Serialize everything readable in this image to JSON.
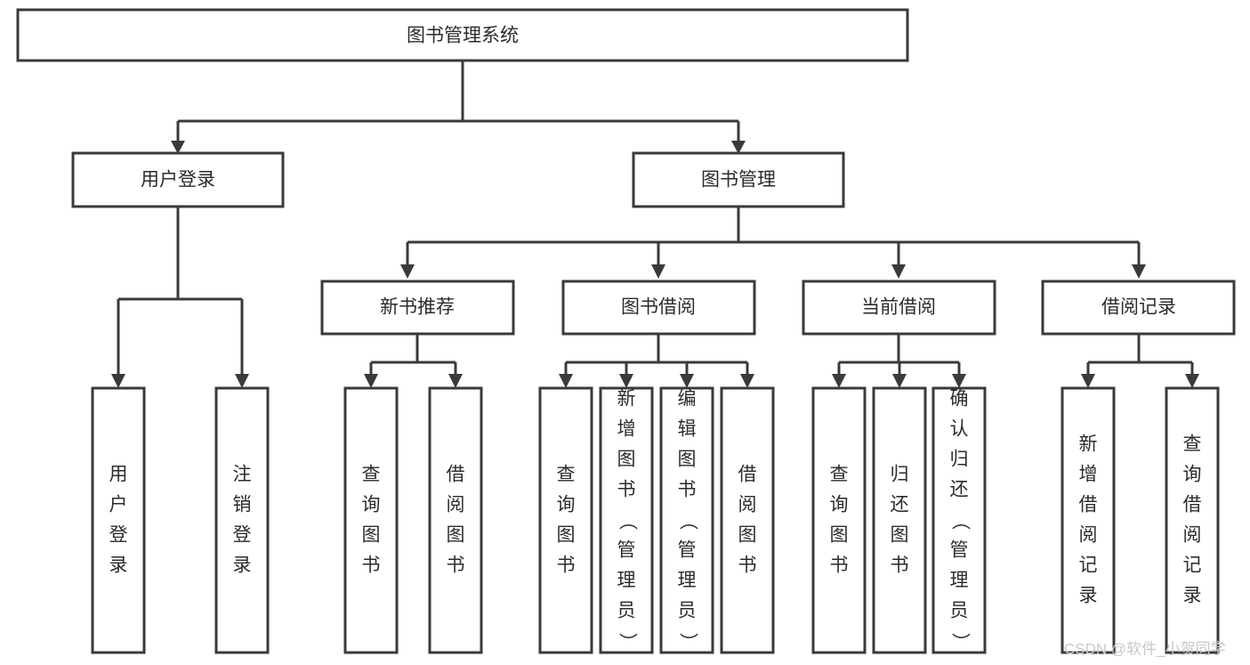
{
  "diagram": {
    "type": "tree",
    "title": "图书管理系统",
    "orientation": "top-down",
    "background_color": "#ffffff",
    "line_color": "#3a3a3a",
    "text_color": "#2b2b2b",
    "nodes": {
      "root": {
        "label": "图书管理系统",
        "level": 0
      },
      "user_login": {
        "label": "用户登录",
        "level": 1
      },
      "book_manage": {
        "label": "图书管理",
        "level": 1
      },
      "new_book_rec": {
        "label": "新书推荐",
        "level": 2
      },
      "book_borrow": {
        "label": "图书借阅",
        "level": 2
      },
      "current_borrow": {
        "label": "当前借阅",
        "level": 2
      },
      "borrow_record": {
        "label": "借阅记录",
        "level": 2
      },
      "leaf_user_login": {
        "label": "用户登录",
        "level": 3
      },
      "leaf_logout": {
        "label": "注销登录",
        "level": 3
      },
      "leaf_query_book_1": {
        "label": "查询图书",
        "level": 3
      },
      "leaf_borrow_book_1": {
        "label": "借阅图书",
        "level": 3
      },
      "leaf_query_book_2": {
        "label": "查询图书",
        "level": 3
      },
      "leaf_add_book": {
        "label": "新增图书（管理员）",
        "level": 3
      },
      "leaf_edit_book": {
        "label": "编辑图书（管理员）",
        "level": 3
      },
      "leaf_borrow_book_2": {
        "label": "借阅图书",
        "level": 3
      },
      "leaf_query_book_3": {
        "label": "查询图书",
        "level": 3
      },
      "leaf_return_book": {
        "label": "归还图书",
        "level": 3
      },
      "leaf_confirm_return": {
        "label": "确认归还（管理员）",
        "level": 3
      },
      "leaf_add_record": {
        "label": "新增借阅记录",
        "level": 3
      },
      "leaf_query_record": {
        "label": "查询借阅记录",
        "level": 3
      }
    },
    "edges": [
      {
        "from": "root",
        "to": "user_login"
      },
      {
        "from": "root",
        "to": "book_manage"
      },
      {
        "from": "book_manage",
        "to": "new_book_rec"
      },
      {
        "from": "book_manage",
        "to": "book_borrow"
      },
      {
        "from": "book_manage",
        "to": "current_borrow"
      },
      {
        "from": "book_manage",
        "to": "borrow_record"
      },
      {
        "from": "user_login",
        "to": "leaf_user_login"
      },
      {
        "from": "user_login",
        "to": "leaf_logout"
      },
      {
        "from": "new_book_rec",
        "to": "leaf_query_book_1"
      },
      {
        "from": "new_book_rec",
        "to": "leaf_borrow_book_1"
      },
      {
        "from": "book_borrow",
        "to": "leaf_query_book_2"
      },
      {
        "from": "book_borrow",
        "to": "leaf_add_book"
      },
      {
        "from": "book_borrow",
        "to": "leaf_edit_book"
      },
      {
        "from": "book_borrow",
        "to": "leaf_borrow_book_2"
      },
      {
        "from": "current_borrow",
        "to": "leaf_query_book_3"
      },
      {
        "from": "current_borrow",
        "to": "leaf_return_book"
      },
      {
        "from": "current_borrow",
        "to": "leaf_confirm_return"
      },
      {
        "from": "borrow_record",
        "to": "leaf_add_record"
      },
      {
        "from": "borrow_record",
        "to": "leaf_query_record"
      }
    ]
  },
  "watermark": {
    "text": "CSDN @软件_小贺同学",
    "color": "#c9c9c9"
  }
}
